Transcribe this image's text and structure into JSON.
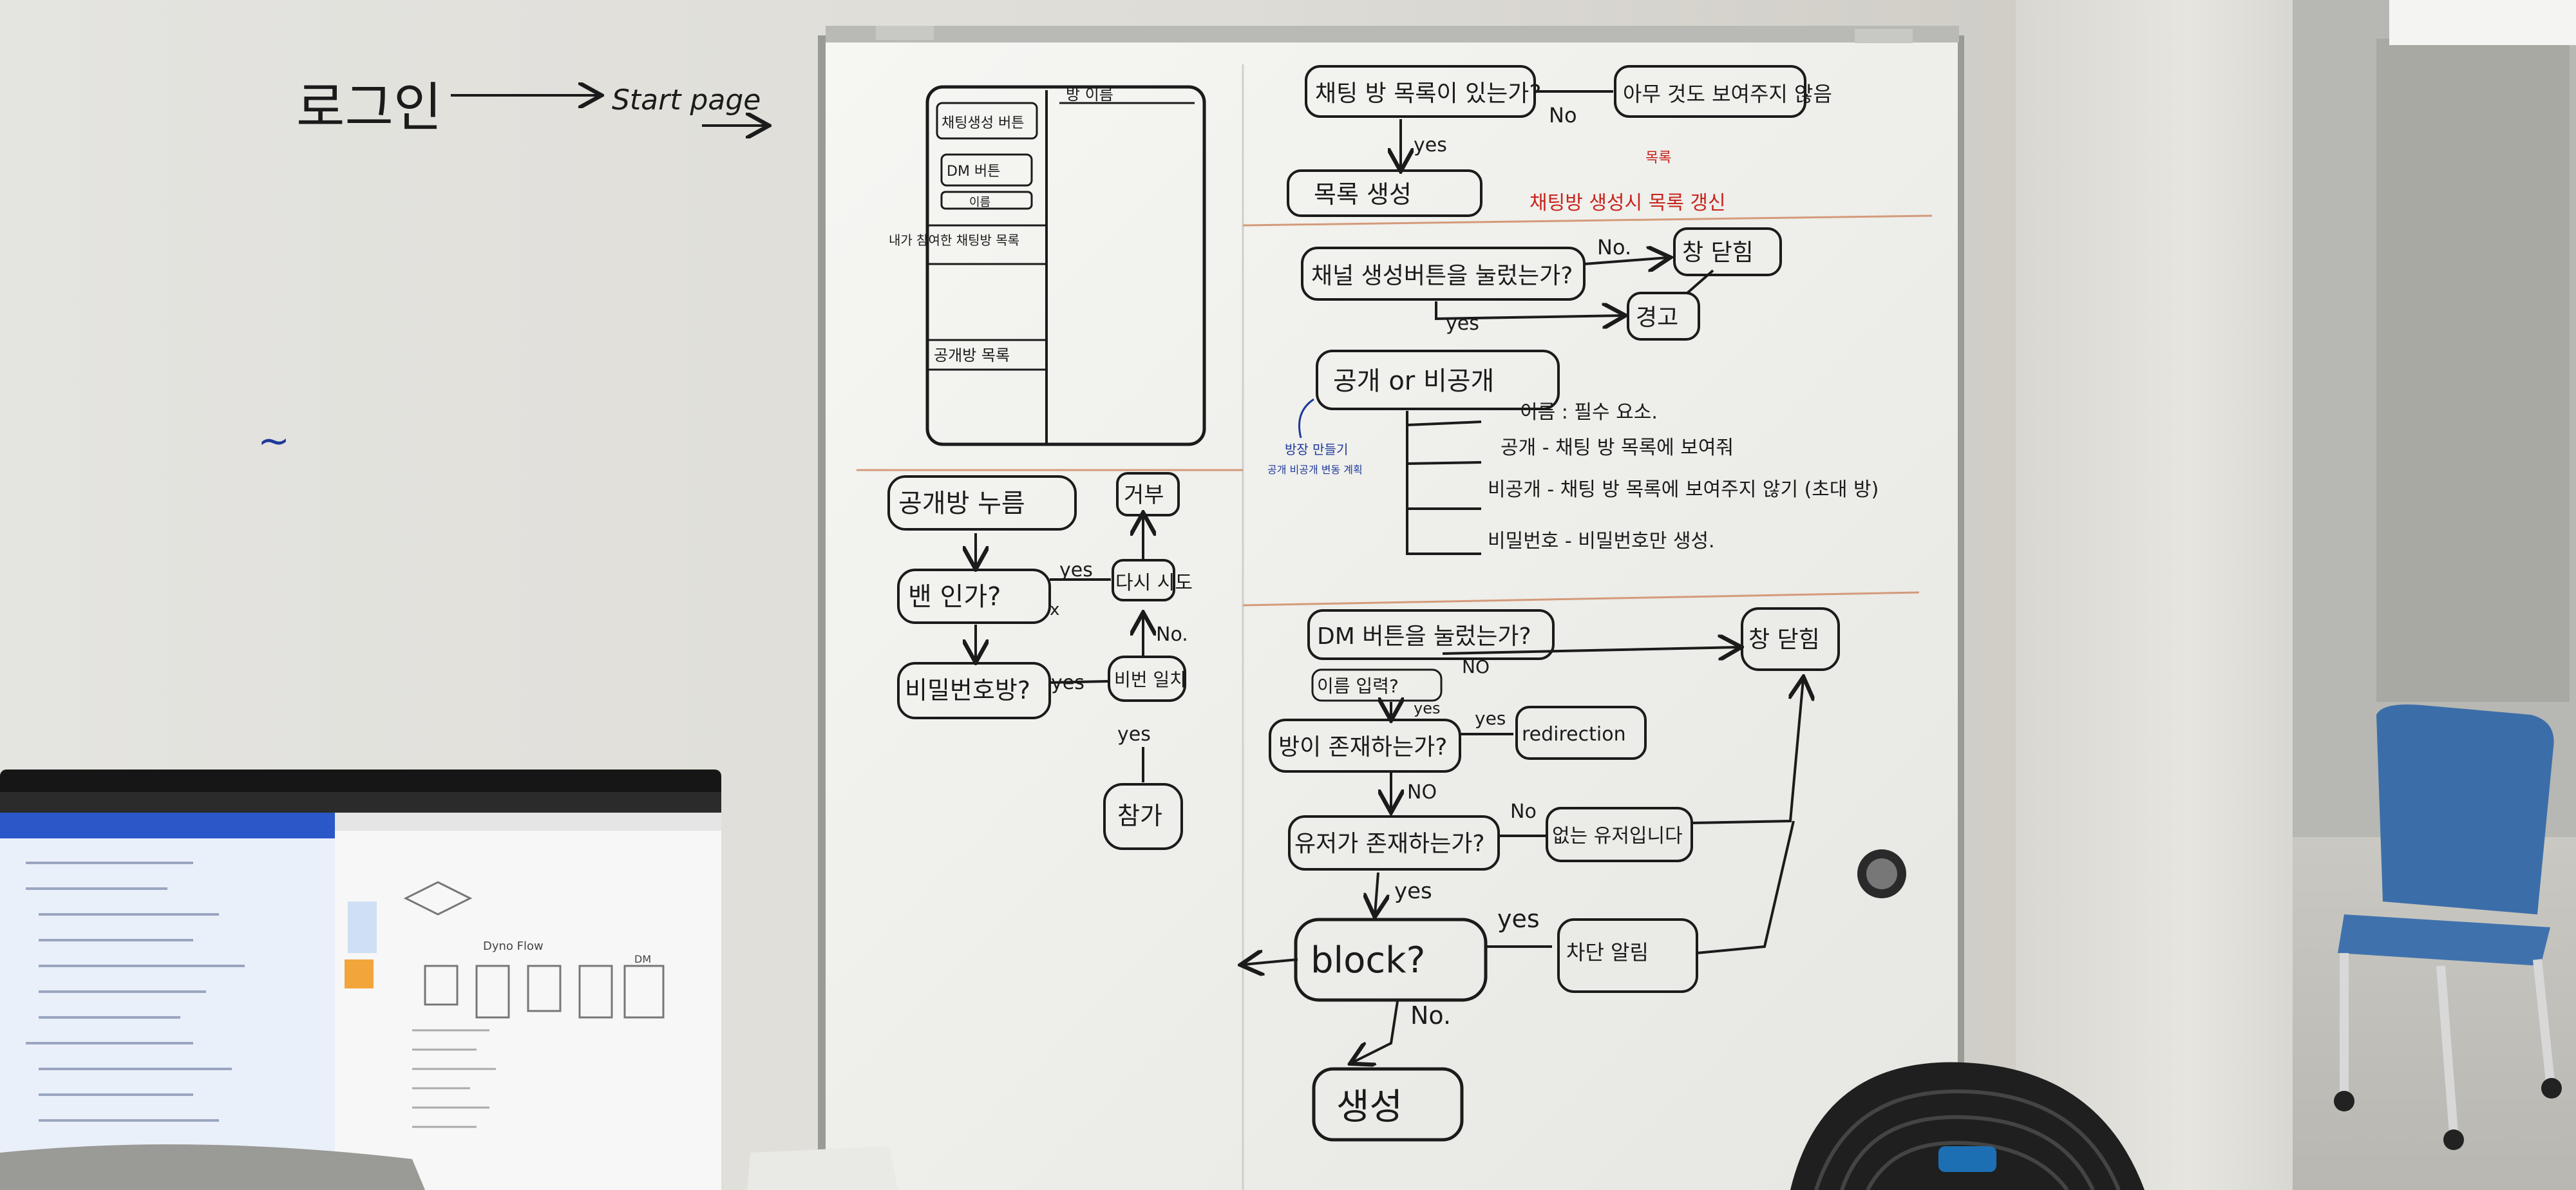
{
  "left_board": {
    "login": "로그인",
    "start_page": "Start page",
    "blue_scribble": "~"
  },
  "wireframe": {
    "buttons": [
      "채팅생성 버튼",
      "DM 버튼",
      "이름",
      "내가 참여한 채팅방 목록"
    ],
    "public_list": "공개방 목록",
    "room_label": "방 이름"
  },
  "flow_top": {
    "q_list": "채팅 방 목록이 있는가?",
    "no": "No",
    "no_result": "아무 것도 보여주지 않음",
    "yes": "yes",
    "list_box": "목록 생성",
    "red_note_main": "채팅방 생성시 목록 갱신",
    "red_note_top": "목록"
  },
  "flow_create": {
    "q": "채널 생성버튼을 눌렀는가?",
    "no": "No.",
    "no_result": "창 닫힘",
    "yes": "yes",
    "warn": "경고",
    "type_box": "공개 or 비공개",
    "name_line": "이름 : 필수 요소.",
    "public_line": "공개 - 채팅 방 목록에 보여줘",
    "private_line": "비공개 - 채팅 방 목록에 보여주지 않기 (초대 방)",
    "password_line": "비밀번호 - 비밀번호만 생성.",
    "blue_note_1": "방장 만들기",
    "blue_note_2": "공개 비공개 변동 계획"
  },
  "flow_public": {
    "start": "공개방 누름",
    "q_ban": "밴 인가?",
    "yes": "yes",
    "x_mark": "x",
    "deny": "거부",
    "q_pw": "비밀번호방?",
    "yes2": "yes",
    "pw_check": "비번 일치",
    "no": "No.",
    "retry": "다시 시도",
    "yes3": "yes",
    "allow": "참가"
  },
  "flow_dm": {
    "q": "DM 버튼을 눌렀는가?",
    "no": "NO",
    "close": "창 닫힘",
    "sub": "이름 입력?",
    "yes": "yes",
    "q_room": "방이 존재하는가?",
    "yes2": "yes",
    "redirect": "redirection",
    "no2": "NO",
    "q_user": "유저가 존재하는가?",
    "no3": "No",
    "no_user": "없는 유저입니다",
    "yes3": "yes",
    "q_block": "block?",
    "yes4": "yes",
    "unblock": "차단 알림",
    "no4": "No.",
    "create": "생성"
  },
  "monitor": {
    "label_1": "Dyno Flow",
    "label_2": "DM"
  }
}
